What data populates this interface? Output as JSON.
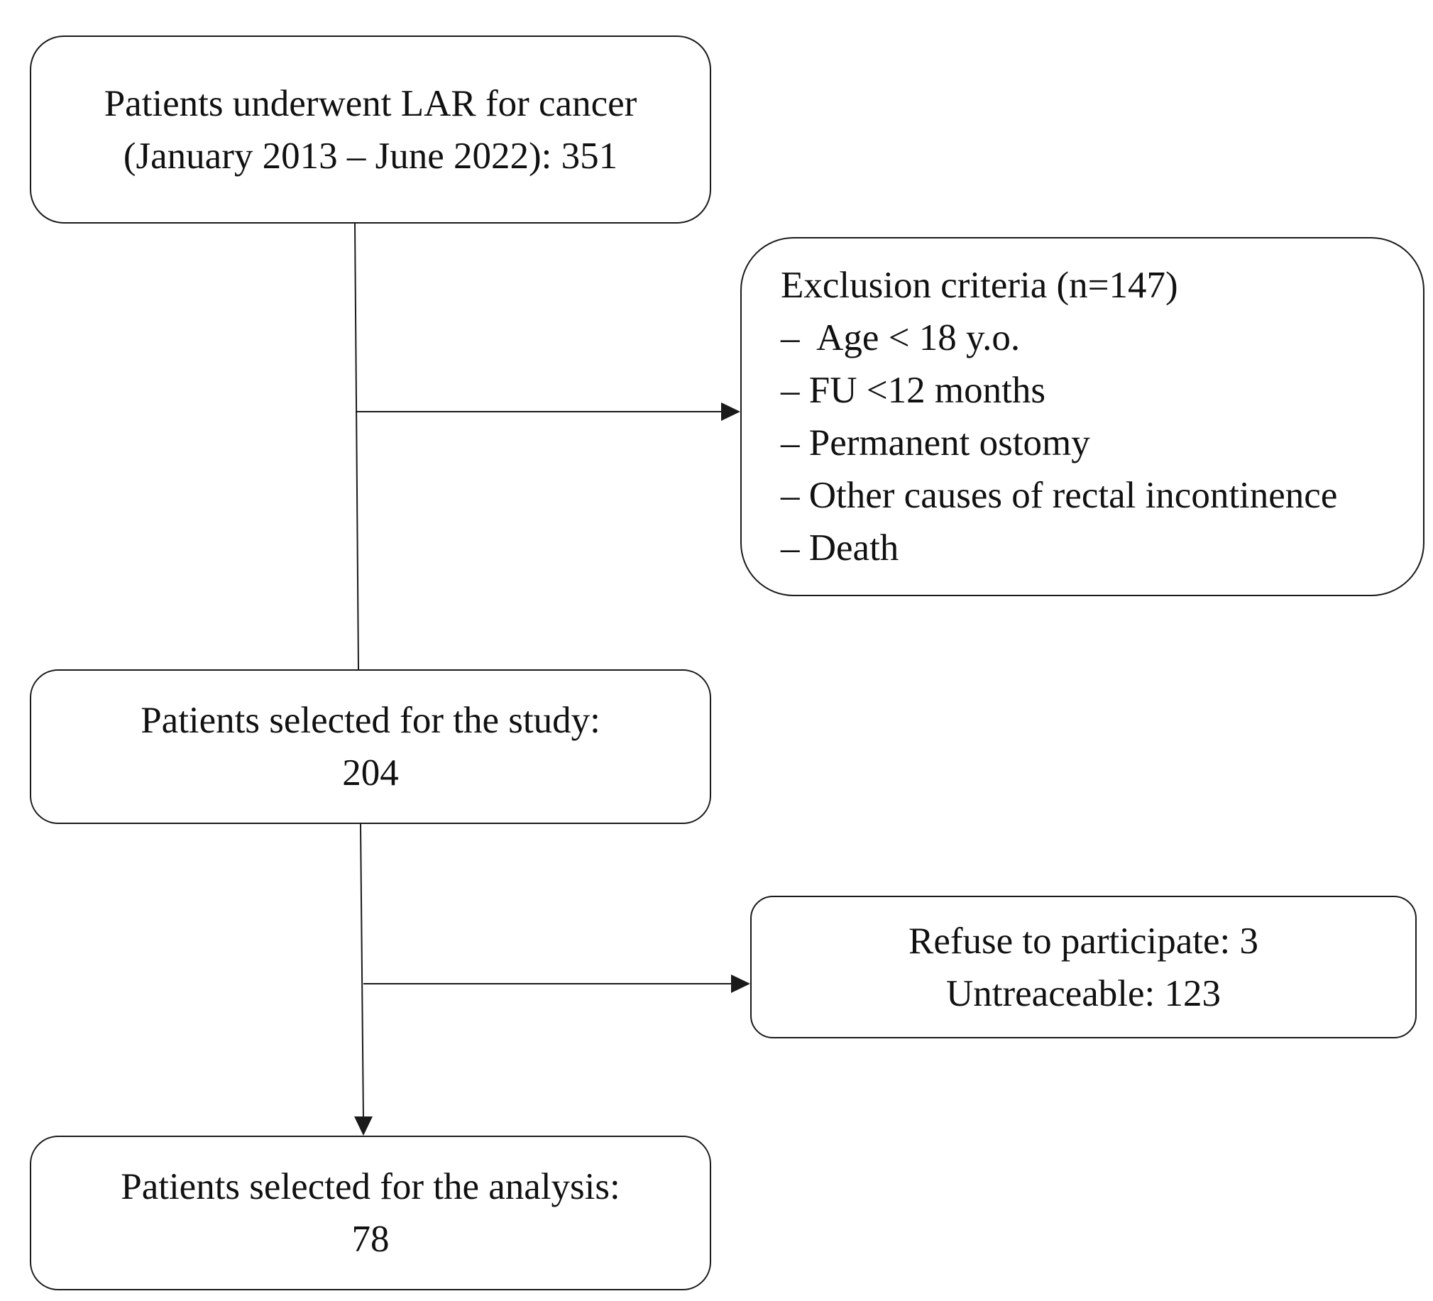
{
  "nodes": {
    "start": {
      "lines": [
        "Patients underwent LAR for cancer",
        "(January 2013 – June 2022): 351"
      ]
    },
    "exclusion": {
      "heading": "Exclusion criteria (n=147)",
      "items": [
        "–  Age < 18 y.o.",
        "– FU <12 months",
        "– Permanent ostomy",
        "– Other causes of rectal incontinence",
        "– Death"
      ]
    },
    "study": {
      "lines": [
        "Patients selected for the study:",
        "204"
      ]
    },
    "refusal": {
      "lines": [
        "Refuse to participate: 3",
        "Untreaceable: 123"
      ]
    },
    "analysis": {
      "lines": [
        "Patients selected for the analysis:",
        "78"
      ]
    }
  },
  "colors": {
    "stroke": "#1a1a1a",
    "text": "#111111",
    "background": "#ffffff"
  }
}
